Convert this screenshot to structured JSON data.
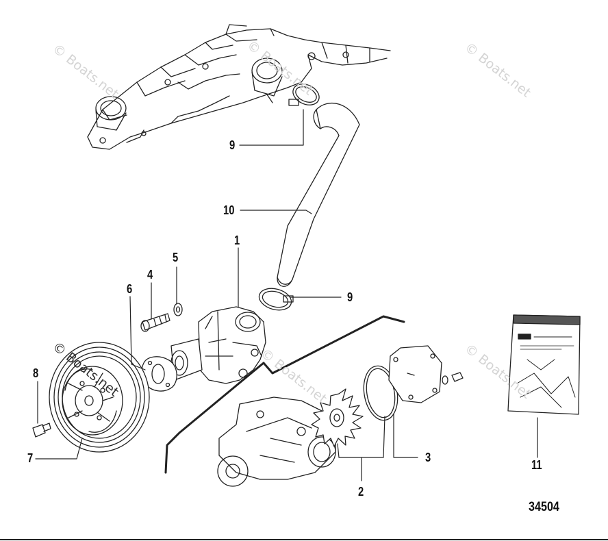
{
  "diagram": {
    "figure_number": "34504",
    "watermark": "© Boats.net",
    "callouts": [
      {
        "id": "1",
        "label": "1"
      },
      {
        "id": "2",
        "label": "2"
      },
      {
        "id": "3",
        "label": "3"
      },
      {
        "id": "4",
        "label": "4"
      },
      {
        "id": "5",
        "label": "5"
      },
      {
        "id": "6",
        "label": "6"
      },
      {
        "id": "7",
        "label": "7"
      },
      {
        "id": "8",
        "label": "8"
      },
      {
        "id": "9a",
        "label": "9"
      },
      {
        "id": "9b",
        "label": "9"
      },
      {
        "id": "10",
        "label": "10"
      },
      {
        "id": "11",
        "label": "11"
      }
    ]
  }
}
